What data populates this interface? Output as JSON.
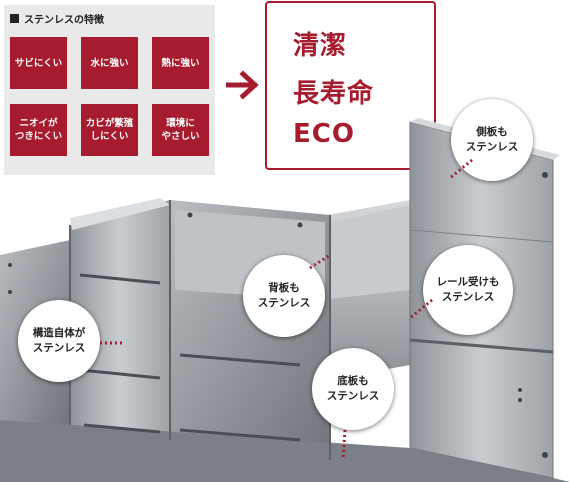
{
  "features": {
    "header": "ステンレスの特徴",
    "tiles": [
      "サビにくい",
      "水に強い",
      "熱に強い",
      "ニオイが\nつきにくい",
      "カビが繁殖\nしにくい",
      "環境に\nやさしい"
    ]
  },
  "benefits": [
    "清潔",
    "長寿命",
    "ECO"
  ],
  "callouts": {
    "side_panel": "側板も\nステンレス",
    "back_panel": "背板も\nステンレス",
    "rail_holder": "レール受けも\nステンレス",
    "structure": "構造自体が\nステンレス",
    "bottom_panel": "底板も\nステンレス"
  },
  "colors": {
    "accent": "#a61c2e",
    "panel_bg": "#e9e9e9",
    "callout_dots": "#a61c2e"
  }
}
